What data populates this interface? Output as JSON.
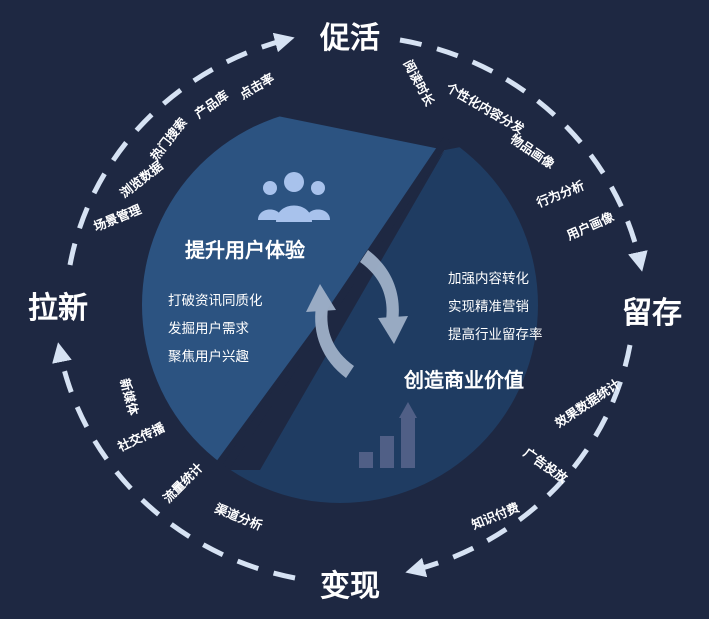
{
  "stages": {
    "top": "促活",
    "right": "留存",
    "bottom": "变现",
    "left": "拉新"
  },
  "ring_labels": {
    "top_left": [
      "点击率",
      "产品库",
      "热门搜索",
      "浏览数据",
      "场景管理"
    ],
    "top_right": [
      "阅读时长",
      "个性化内容分发",
      "物品画像",
      "行为分析",
      "用户画像"
    ],
    "bottom_right": [
      "效果数据统计",
      "广告投放",
      "知识付费"
    ],
    "bottom_left": [
      "渠道分析",
      "流量统计",
      "社交传播",
      "新媒体"
    ]
  },
  "left_panel": {
    "title": "提升用户体验",
    "items": [
      "打破资讯同质化",
      "发掘用户需求",
      "聚焦用户兴趣"
    ]
  },
  "right_panel": {
    "title": "创造商业价值",
    "items": [
      "加强内容转化",
      "实现精准营销",
      "提高行业留存率"
    ]
  },
  "colors": {
    "background": "#1e2842",
    "left_half": "#2c5381",
    "right_half": "#1f3c62",
    "dash_ring": "#d6e2f3",
    "cycle_arrow": "#9fb0c8",
    "users_icon": "#a8c2ec",
    "bars_icon": "#505f86"
  },
  "icons": {
    "center": "cycle-arrows-icon",
    "left": "users-group-icon",
    "right": "growth-bars-icon"
  }
}
